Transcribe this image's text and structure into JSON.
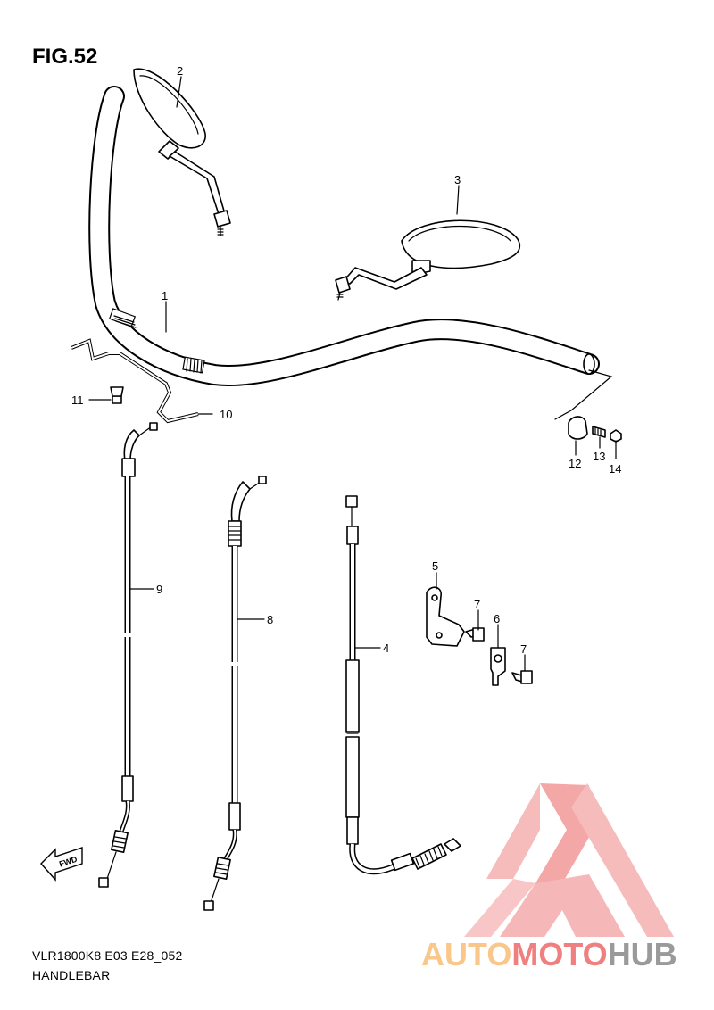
{
  "figure": {
    "title": "FIG.52"
  },
  "footer": {
    "code": "VLR1800K8 E03 E28_052",
    "name": "HANDLEBAR"
  },
  "fwd_label": "FWD",
  "watermark": {
    "parts": [
      "AUTO",
      "MOTO",
      "HUB"
    ],
    "colors": [
      "#f9c78a",
      "#f08080",
      "#9a9a9a"
    ]
  },
  "callouts": [
    {
      "id": "1",
      "label": "1"
    },
    {
      "id": "2",
      "label": "2"
    },
    {
      "id": "3",
      "label": "3"
    },
    {
      "id": "4",
      "label": "4"
    },
    {
      "id": "5",
      "label": "5"
    },
    {
      "id": "6",
      "label": "6"
    },
    {
      "id": "7a",
      "label": "7"
    },
    {
      "id": "7b",
      "label": "7"
    },
    {
      "id": "8",
      "label": "8"
    },
    {
      "id": "9",
      "label": "9"
    },
    {
      "id": "10",
      "label": "10"
    },
    {
      "id": "11",
      "label": "11"
    },
    {
      "id": "12",
      "label": "12"
    },
    {
      "id": "13",
      "label": "13"
    },
    {
      "id": "14",
      "label": "14"
    }
  ]
}
